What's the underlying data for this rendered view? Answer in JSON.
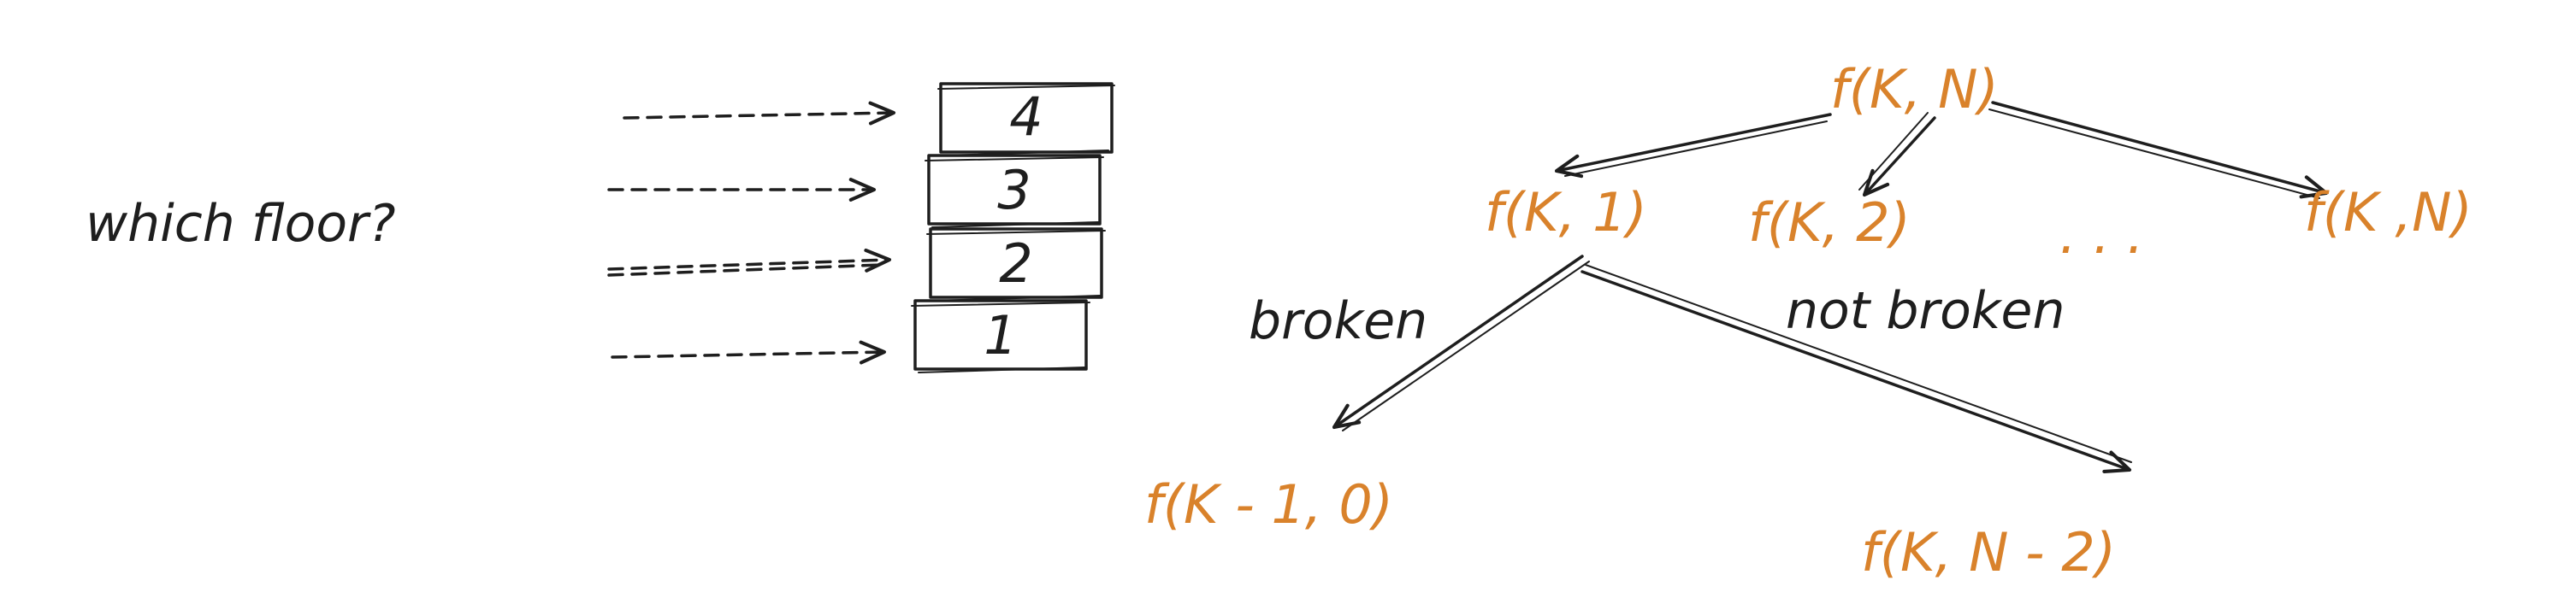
{
  "question": "which floor?",
  "floors": [
    "4",
    "3",
    "2",
    "1"
  ],
  "tree": {
    "root": "f(K, N)",
    "children": [
      "f(K, 1)",
      "f(K, 2)",
      "f(K ,N)"
    ],
    "ellipsis": ". . .",
    "branches": {
      "broken_label": "broken",
      "not_broken_label": "not broken",
      "broken_result": "f(K - 1, 0)",
      "not_broken_result": "f(K, N - 2)"
    }
  },
  "colors": {
    "ink": "#1e1e1e",
    "accent": "#d9822b",
    "background": "#ffffff"
  }
}
